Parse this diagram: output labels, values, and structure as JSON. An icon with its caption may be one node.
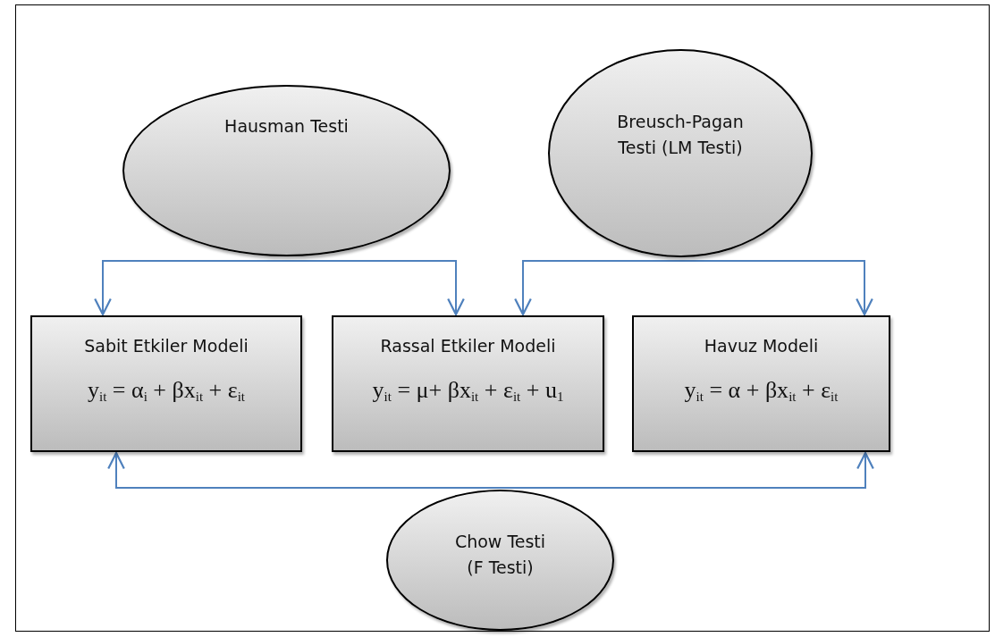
{
  "diagram": {
    "nodes": [
      {
        "text": [
          "Hausman Testi"
        ]
      },
      {
        "text": [
          "Breusch-Pagan Testi (LM Testi)"
        ]
      },
      {
        "text": [
          "Sabit Etkiler Modeli",
          "y$_{it}$ = α$_{i}$ + βx$_{it}$ + ε$_{it}$"
        ]
      },
      {
        "text": [
          "Rassal Etkiler Modeli",
          "y$_{it}$ = μ+ βx$_{it}$ + ε$_{it}$ + u$_{1}$"
        ]
      },
      {
        "text": [
          "Havuz Modeli",
          "y$_{it}$ = α + βx$_{it}$ + ε$_{it}$"
        ]
      },
      {
        "text": [
          "Chow Testi (F Testi)"
        ]
      }
    ],
    "edges": [
      {
        "from": 2,
        "to": 3,
        "arrow": "both"
      },
      {
        "from": 3,
        "to": 4,
        "arrow": "both"
      },
      {
        "from": 2,
        "to": 4,
        "arrow": "both"
      }
    ]
  }
}
